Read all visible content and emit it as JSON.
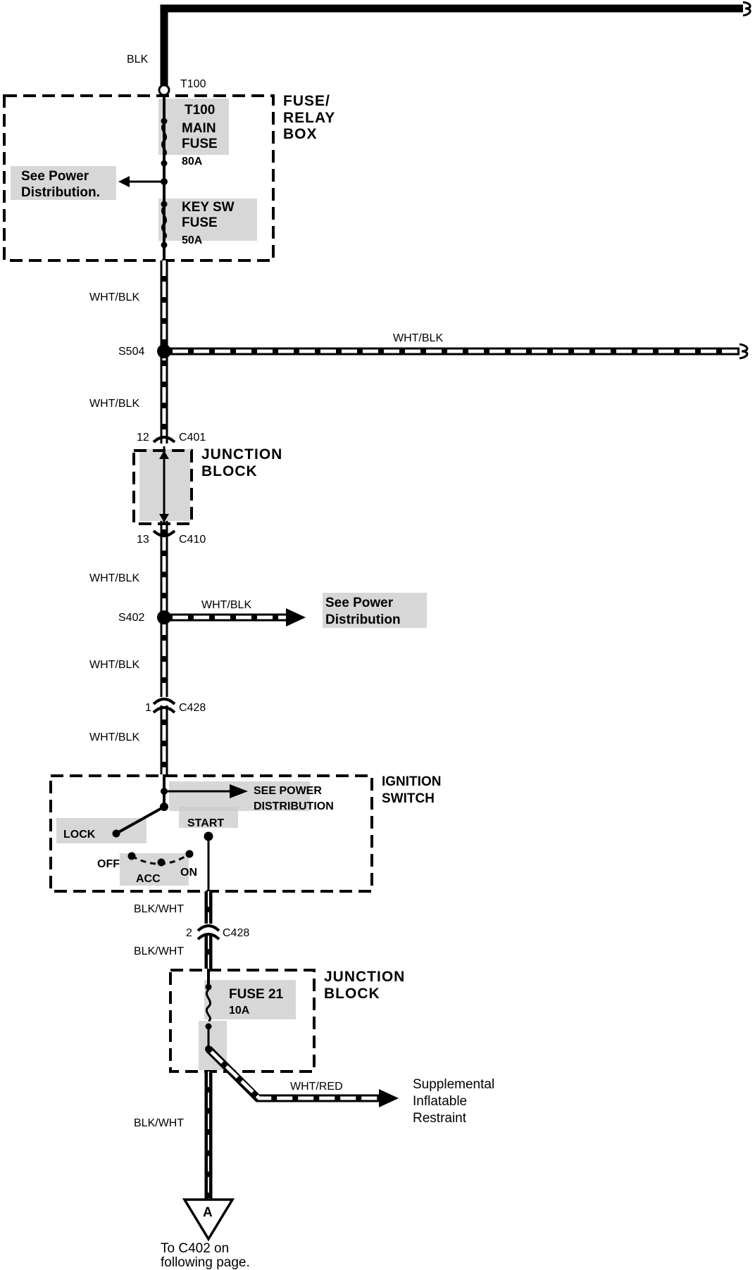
{
  "fuse_relay_box": {
    "title_line1": "FUSE/",
    "title_line2": "RELAY",
    "title_line3": "BOX",
    "terminal": "T100",
    "main_fuse_line1": "MAIN",
    "main_fuse_line2": "FUSE",
    "main_fuse_rating": "80A",
    "see_power_line1": "See Power",
    "see_power_line2": "Distribution.",
    "key_sw_line1": "KEY SW",
    "key_sw_line2": "FUSE",
    "key_sw_rating": "50A"
  },
  "top": {
    "wire_color": "BLK",
    "terminal": "T100"
  },
  "splice_s504": {
    "id": "S504",
    "wire_color": "WHT/BLK"
  },
  "junction_block_1": {
    "title_line1": "JUNCTION",
    "title_line2": "BLOCK",
    "pin_in": "12",
    "connector_in": "C401",
    "pin_out": "13",
    "connector_out": "C410"
  },
  "splice_s402": {
    "id": "S402",
    "wire_color": "WHT/BLK",
    "dest_line1": "See Power",
    "dest_line2": "Distribution"
  },
  "connector_c428_1": {
    "pin": "1",
    "connector": "C428"
  },
  "wire_labels": {
    "a": "WHT/BLK",
    "b": "WHT/BLK",
    "c": "WHT/BLK",
    "d": "WHT/BLK",
    "e": "WHT/BLK",
    "f": "BLK/WHT",
    "g": "BLK/WHT",
    "h": "BLK/WHT"
  },
  "ignition_switch": {
    "title_line1": "IGNITION",
    "title_line2": "SWITCH",
    "see_power_line1": "SEE POWER",
    "see_power_line2": "DISTRIBUTION",
    "positions": {
      "lock": "LOCK",
      "off": "OFF",
      "acc": "ACC",
      "on": "ON",
      "start": "START"
    }
  },
  "connector_c428_2": {
    "pin": "2",
    "connector": "C428"
  },
  "junction_block_2": {
    "title_line1": "JUNCTION",
    "title_line2": "BLOCK",
    "fuse_name": "FUSE 21",
    "fuse_rating": "10A"
  },
  "srs_branch": {
    "wire_color": "WHT/RED",
    "dest_line1": "Supplemental",
    "dest_line2": "Inflatable",
    "dest_line3": "Restraint"
  },
  "off_page": {
    "symbol": "A",
    "text_line1": "To C402 on",
    "text_line2": "following page."
  }
}
